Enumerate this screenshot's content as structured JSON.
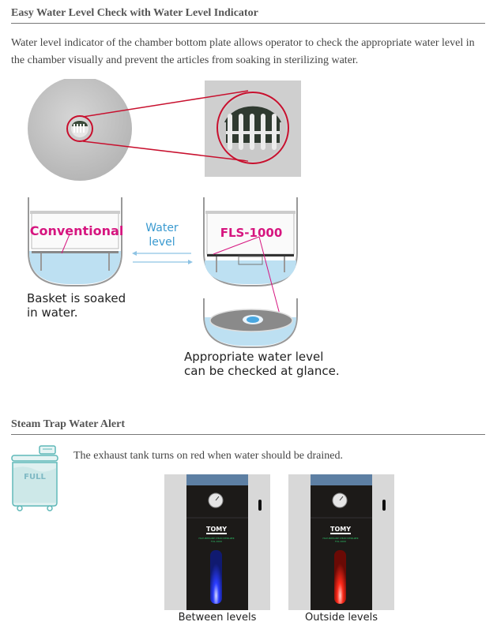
{
  "section1": {
    "heading": "Easy Water Level Check with Water Level Indicator",
    "paragraph": "Water level indicator of the chamber bottom plate allows operator to check the appropriate water level in the chamber visually and prevent the articles from soaking in sterilizing water.",
    "diagram": {
      "conventional_label": "Conventional",
      "fls_label": "FLS-1000",
      "water_level_line1": "Water",
      "water_level_line2": "level",
      "caption_left_line1": "Basket is soaked",
      "caption_left_line2": "in water.",
      "caption_right_line1": "Appropriate water level",
      "caption_right_line2": "can be checked at glance."
    }
  },
  "section2": {
    "heading": "Steam Trap Water Alert",
    "icon_label": "FULL",
    "paragraph": "The exhaust tank turns on red when water should be drained.",
    "photos": [
      {
        "brand": "TOMY",
        "subtitle": "HIGH-PRESSURE STEAM STERILIZER",
        "model": "FLS-1000",
        "indicator_color": "#2a3cff",
        "caption": "Between levels"
      },
      {
        "brand": "TOMY",
        "subtitle": "HIGH-PRESSURE STEAM STERILIZER",
        "model": "FLS-1000",
        "indicator_color": "#ff2a1a",
        "caption": "Outside levels"
      }
    ]
  },
  "colors": {
    "accent_magenta": "#d6157f",
    "water_blue": "#bde0f2",
    "label_blue": "#3a9ad0",
    "highlight_red": "#c8102e",
    "icon_teal": "#5fb8b8"
  }
}
